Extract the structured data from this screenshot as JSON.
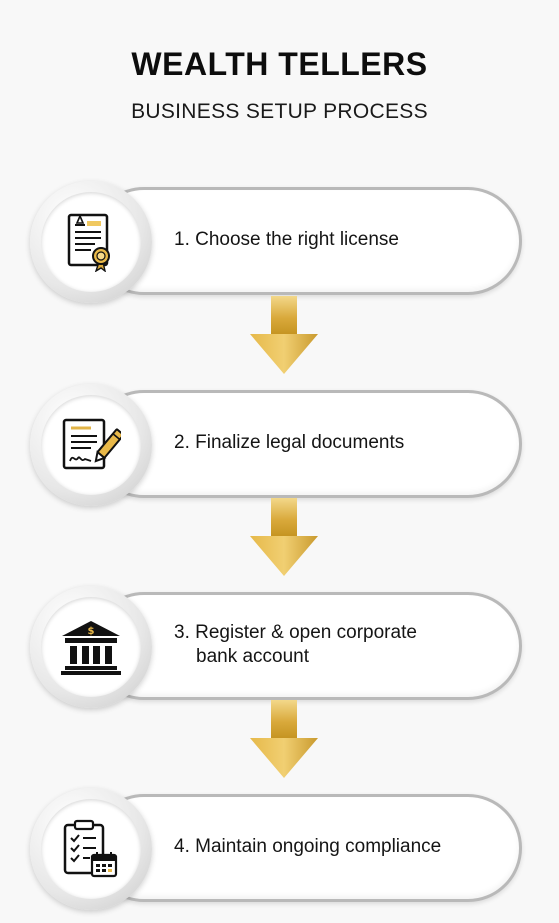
{
  "header": {
    "brand": "WEALTH TELLERS",
    "subtitle": "BUSINESS SETUP PROCESS"
  },
  "steps": [
    {
      "label": "1. Choose the right license",
      "icon": "license-certificate-icon"
    },
    {
      "label": "2. Finalize legal documents",
      "icon": "signed-document-icon"
    },
    {
      "label_line1": "3. Register & open corporate",
      "label_line2": "bank account",
      "icon": "bank-icon"
    },
    {
      "label": "4. Maintain ongoing compliance",
      "icon": "compliance-checklist-icon"
    }
  ],
  "colors": {
    "gold_light": "#f3d88a",
    "gold": "#d9a93b",
    "gold_dark": "#b88a26",
    "pill_border": "#b9b9b9",
    "icon_dark": "#111111"
  }
}
